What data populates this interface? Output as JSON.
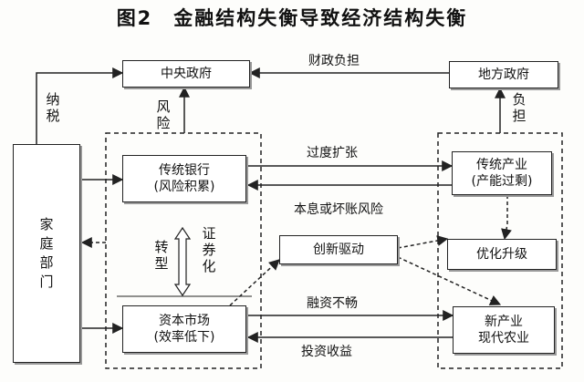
{
  "title": "图2　金融结构失衡导致经济结构失衡",
  "nodes": {
    "central_gov": "中央政府",
    "local_gov": "地方政府",
    "household": "家庭部门",
    "trad_bank_1": "传统银行",
    "trad_bank_2": "(风险积累)",
    "trad_ind_1": "传统产业",
    "trad_ind_2": "(产能过剩)",
    "innovation": "创新驱动",
    "upgrade": "优化升级",
    "capital_mkt_1": "资本市场",
    "capital_mkt_2": "(效率低下)",
    "new_ind_1": "新产业",
    "new_ind_2": "现代农业"
  },
  "labels": {
    "fiscal_burden": "财政负担",
    "tax": "纳税",
    "risk": "风险",
    "burden": "负担",
    "overexpansion": "过度扩张",
    "interest_risk": "本息或坏账风险",
    "transform": "转型",
    "securitization": "证券化",
    "financing_blocked": "融资不畅",
    "investment_return": "投资收益"
  }
}
